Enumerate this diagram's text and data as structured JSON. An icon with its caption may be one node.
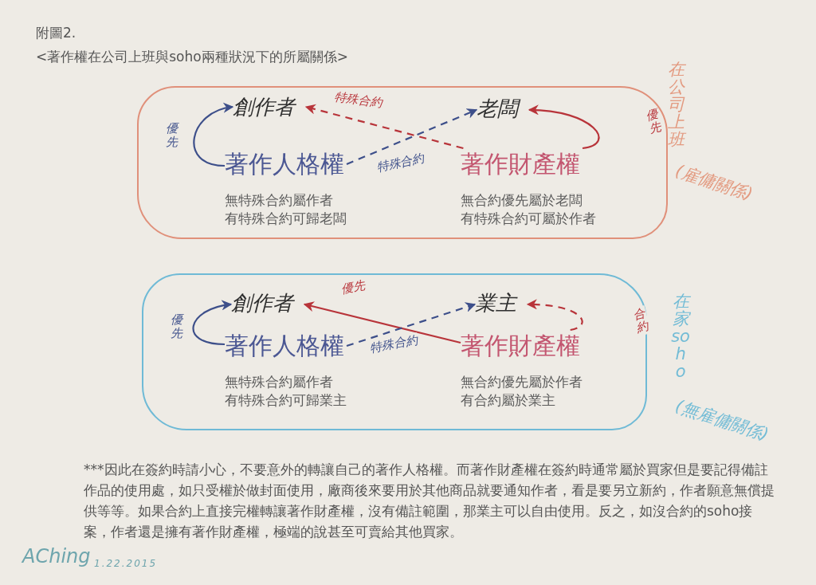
{
  "diagram": {
    "title": "<著作權在公司上班與soho兩種狀況下的所屬關係>",
    "nodes": [
      {
        "text": [],
        "shape": "box",
        "beside": [
          "在公司上班",
          "(雇傭關係)"
        ]
      },
      {
        "text": [
          "創作者"
        ],
        "in": 0
      },
      {
        "text": [
          "老闆"
        ],
        "in": 0
      },
      {
        "text": [
          "著作人格權",
          "無特殊合約屬作者",
          "有特殊合約可歸老闆"
        ],
        "in": 0
      },
      {
        "text": [
          "著作財產權",
          "無合約優先屬於老闆",
          "有特殊合約可屬於作者"
        ],
        "in": 0
      },
      {
        "text": [],
        "shape": "box",
        "beside": [
          "在家soho",
          "(無雇傭關係)"
        ]
      },
      {
        "text": [
          "創作者"
        ],
        "in": 5
      },
      {
        "text": [
          "業主"
        ],
        "in": 5
      },
      {
        "text": [
          "著作人格權",
          "無特殊合約屬作者",
          "有特殊合約可歸業主"
        ],
        "in": 5
      },
      {
        "text": [
          "著作財產權",
          "無合約優先屬於作者",
          "有合約屬於業主"
        ],
        "in": 5
      }
    ],
    "edges": [
      {
        "from": 3,
        "to": 1,
        "arrow": "to",
        "label": "優先"
      },
      {
        "from": 4,
        "to": 1,
        "arrow": "to",
        "label": "特殊合約",
        "style": "dashed",
        "color": "#b8343a"
      },
      {
        "from": 3,
        "to": 2,
        "arrow": "to",
        "label": "特殊合約",
        "style": "dashed"
      },
      {
        "from": 4,
        "to": 2,
        "arrow": "to",
        "label": "優先",
        "color": "#b8343a"
      },
      {
        "from": 8,
        "to": 6,
        "arrow": "to",
        "label": "優先"
      },
      {
        "from": 9,
        "to": 6,
        "arrow": "to",
        "label": "優先",
        "color": "#b8343a"
      },
      {
        "from": 8,
        "to": 7,
        "arrow": "to",
        "label": "特殊合約",
        "style": "dashed"
      },
      {
        "from": 9,
        "to": 7,
        "arrow": "to",
        "label": "合約",
        "style": "dashed",
        "color": "#b8343a"
      }
    ],
    "labels": [
      "附圖2.",
      "***因此在簽約時請小心，不要意外的轉讓自己的著作人格權。而著作財產權在簽約時通常屬於買家但是要記得備註作品的使用處，如只受權於做封面使用，廠商後來要用於其他商品就要通知作者，看是要另立新約，作者願意無償提供等等。如果合約上直接完權轉讓著作財產權，沒有備註範圍，那業主可以自由使用。反之，如沒合約的soho接案，作者還是擁有著作財產權，極端的說甚至可賣給其他買家。",
      "AChing",
      "1.22.2015"
    ]
  }
}
